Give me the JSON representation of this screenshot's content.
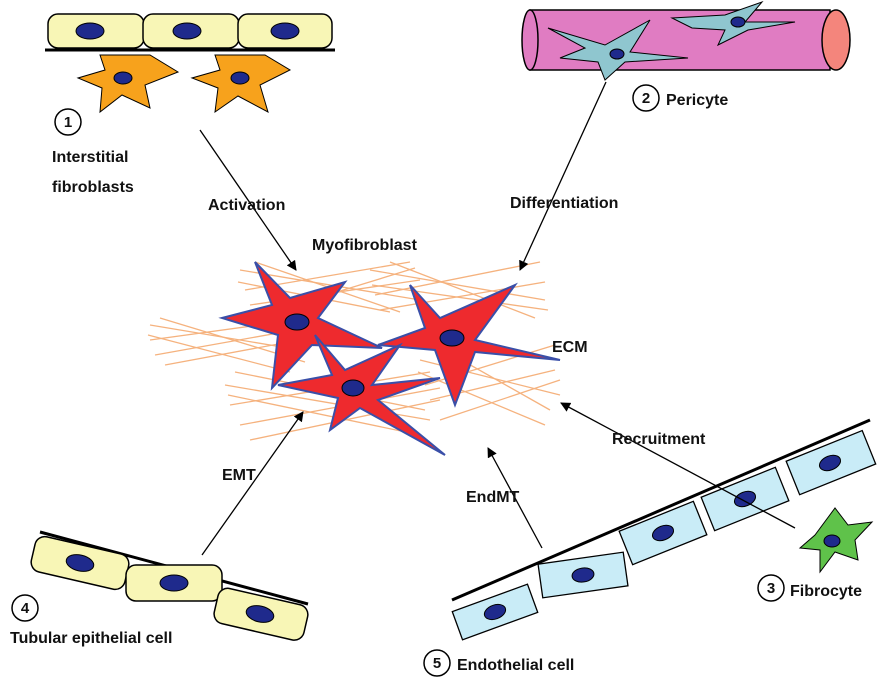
{
  "labels": {
    "interstitial_line1": "Interstitial",
    "interstitial_line2": "fibroblasts",
    "pericyte": "Pericyte",
    "fibrocyte": "Fibrocyte",
    "tubular": "Tubular epithelial cell",
    "endothelial": "Endothelial cell",
    "myofibroblast": "Myofibroblast",
    "ecm": "ECM"
  },
  "processes": {
    "activation": "Activation",
    "differentiation": "Differentiation",
    "recruitment": "Recruitment",
    "emt": "EMT",
    "endmt": "EndMT"
  },
  "numbers": {
    "n1": "1",
    "n2": "2",
    "n3": "3",
    "n4": "4",
    "n5": "5"
  },
  "colors": {
    "epithelial": "#f8f6b6",
    "endothelial": "#c9ecf7",
    "nucleus": "#1f2a8c",
    "fibroblast": "#f7a21c",
    "pericyte_vessel": "#e07cc2",
    "pericyte_cell": "#8fc6cf",
    "fibrocyte": "#5fc24a",
    "myofibroblast": "#ee2a2e",
    "ecm": "#f5b27e"
  }
}
